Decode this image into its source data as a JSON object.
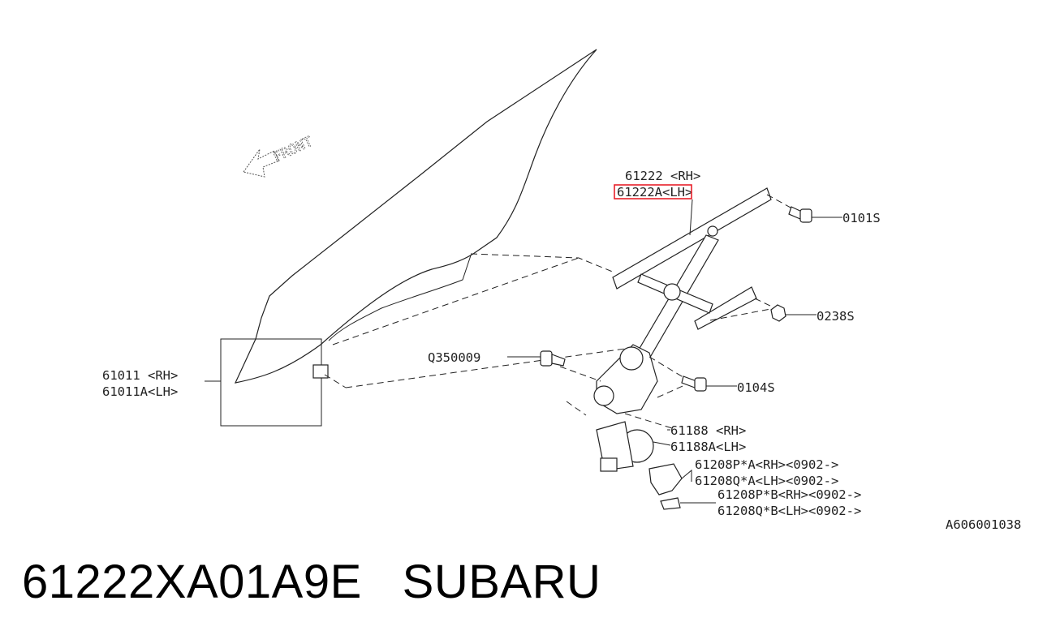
{
  "diagram": {
    "front_label": "FRONT",
    "callouts": {
      "p61222_rh": "61222 <RH>",
      "p61222a_lh": "61222A<LH>",
      "p0101s": "0101S",
      "p0238s": "0238S",
      "pq350009": "Q350009",
      "p0104s": "0104S",
      "p61011_rh": "61011 <RH>",
      "p61011a_lh": "61011A<LH>",
      "p61188_rh": "61188 <RH>",
      "p61188a_lh": "61188A<LH>",
      "p61208pa": "61208P*A<RH><0902->",
      "p61208qa": "61208Q*A<LH><0902->",
      "p61208pb": "61208P*B<RH><0902->",
      "p61208qb": "61208Q*B<LH><0902->"
    },
    "drawing_id": "A606001038",
    "highlight_color": "#e8202a"
  },
  "footer": {
    "part_number": "61222XA01A9E",
    "brand": "SUBARU"
  }
}
